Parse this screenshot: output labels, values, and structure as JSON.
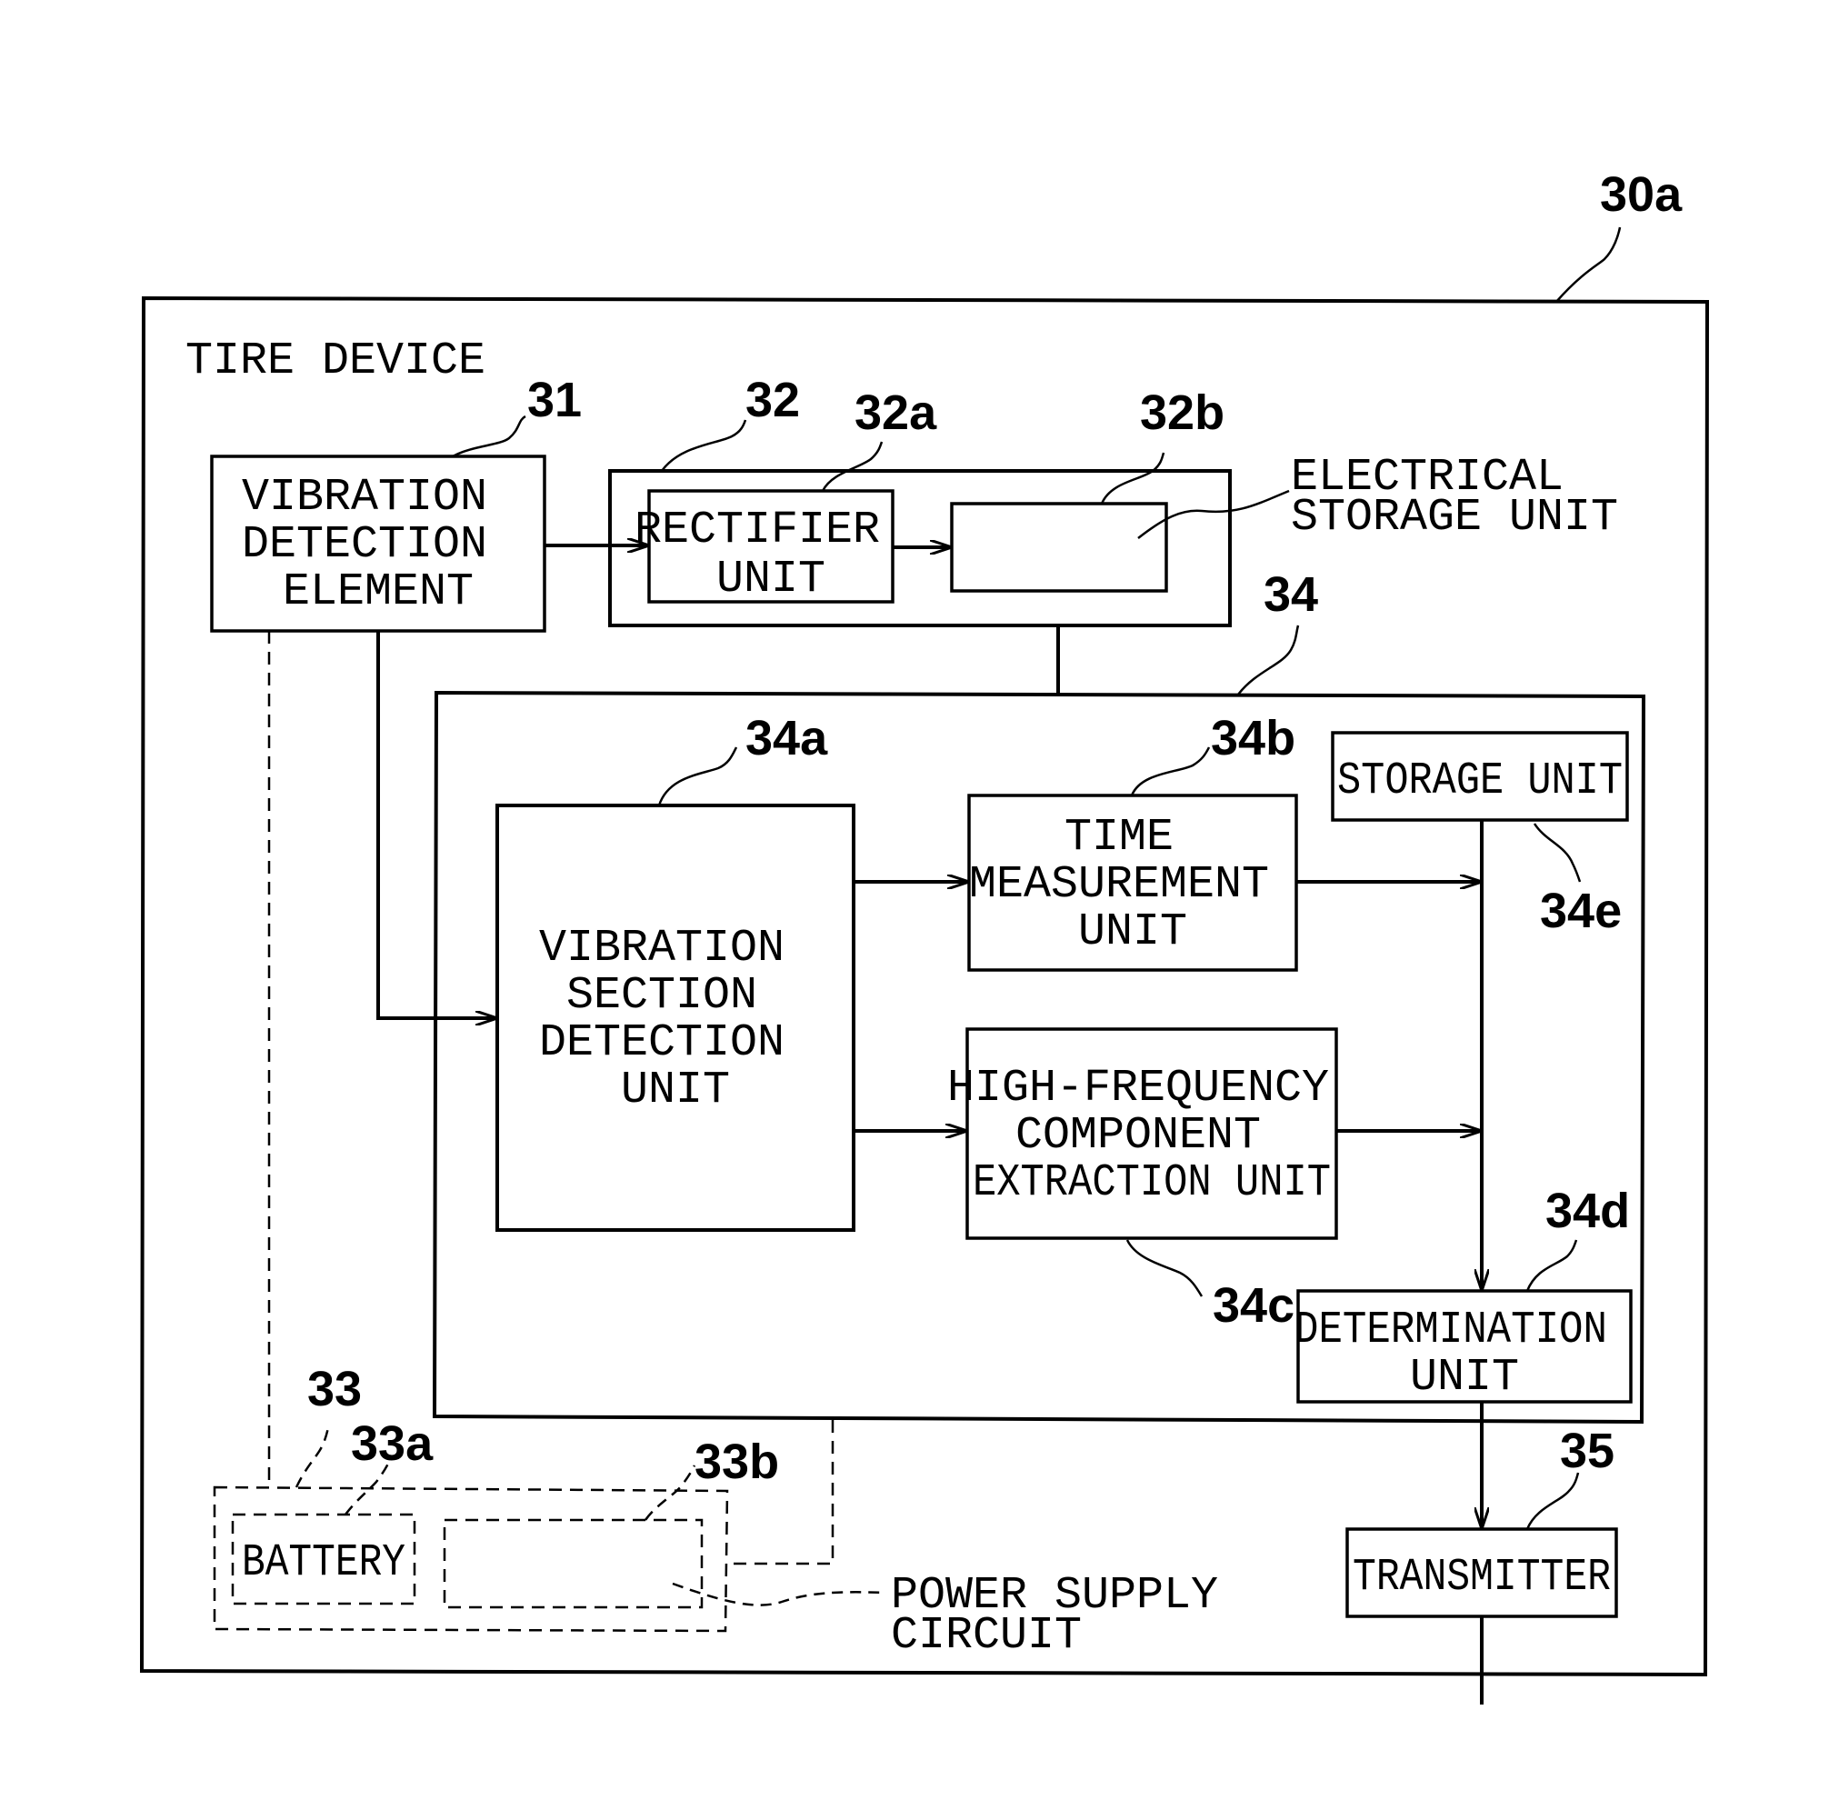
{
  "device": {
    "ref": "30a",
    "title": "TIRE DEVICE"
  },
  "vibration_element": {
    "ref": "31",
    "lines": [
      "VIBRATION",
      "DETECTION",
      "ELEMENT"
    ]
  },
  "power_unit": {
    "ref": "32",
    "rectifier": {
      "ref": "32a",
      "lines": [
        "RECTIFIER",
        "UNIT"
      ]
    },
    "storage": {
      "ref": "32b",
      "callout_lines": [
        "ELECTRICAL",
        "STORAGE UNIT"
      ]
    }
  },
  "processing_unit": {
    "ref": "34",
    "section_detection": {
      "ref": "34a",
      "lines": [
        "VIBRATION",
        "SECTION",
        "DETECTION",
        "UNIT"
      ]
    },
    "time_measurement": {
      "ref": "34b",
      "lines": [
        "TIME",
        "MEASUREMENT",
        "UNIT"
      ]
    },
    "high_frequency": {
      "ref": "34c",
      "lines": [
        "HIGH-FREQUENCY",
        "COMPONENT",
        "EXTRACTION UNIT"
      ]
    },
    "determination": {
      "ref": "34d",
      "lines": [
        "DETERMINATION",
        "UNIT"
      ]
    },
    "storage_unit": {
      "ref": "34e",
      "label": "STORAGE UNIT"
    }
  },
  "power_supply": {
    "ref": "33",
    "battery": {
      "ref": "33a",
      "label": "BATTERY"
    },
    "circuit": {
      "ref": "33b",
      "callout_lines": [
        "POWER SUPPLY",
        "CIRCUIT"
      ]
    }
  },
  "transmitter": {
    "ref": "35",
    "label": "TRANSMITTER"
  }
}
